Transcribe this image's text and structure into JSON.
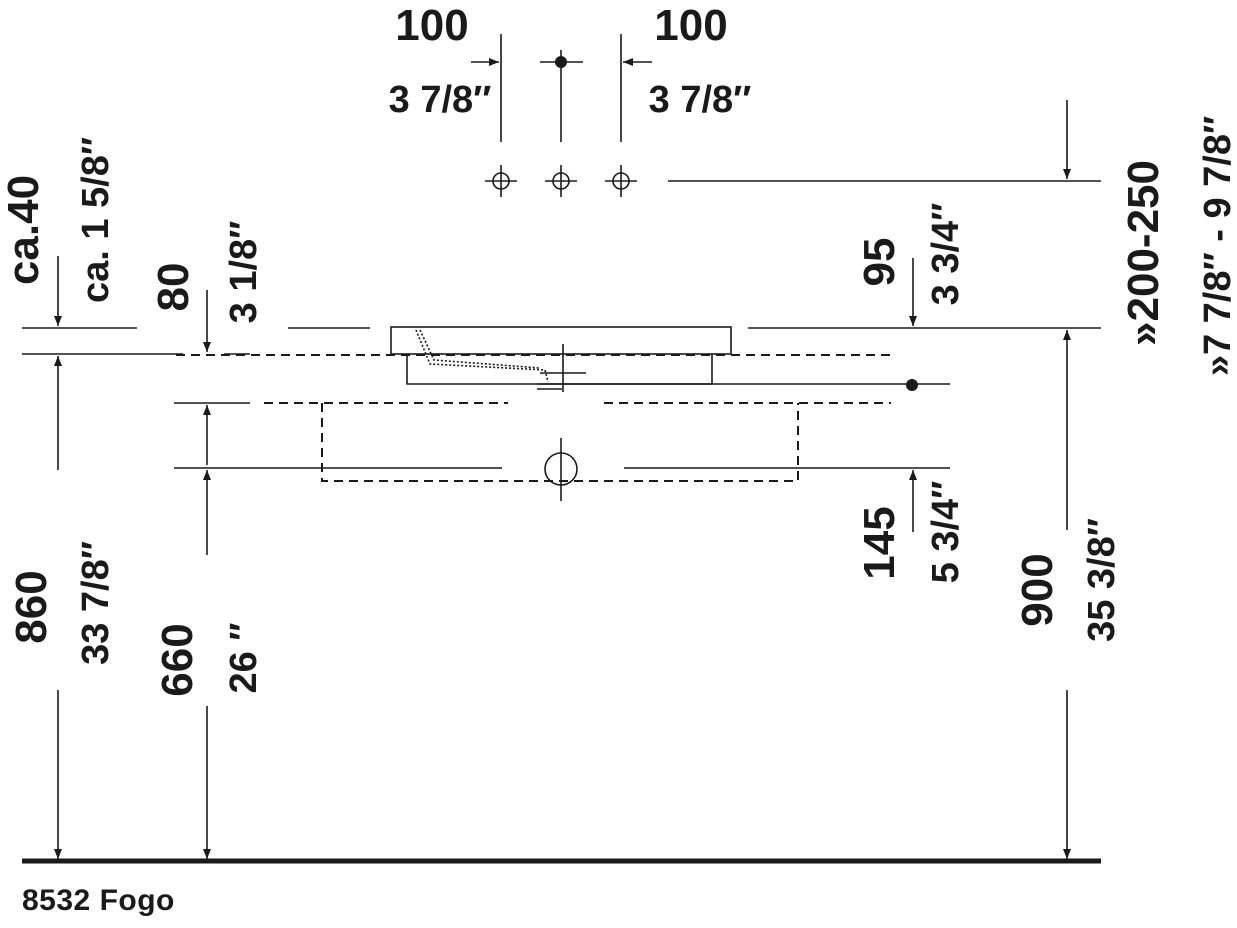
{
  "drawing": {
    "model_caption": "8532 Fogo",
    "dims": {
      "tap_left_mm": "100",
      "tap_left_in": "3 7/8″",
      "tap_right_mm": "100",
      "tap_right_in": "3 7/8″",
      "overflow_mm": "ca.40",
      "overflow_in": "ca. 1 5/8″",
      "bowl_depth_mm": "80",
      "bowl_depth_in": "3 1/8″",
      "rim_mm": "95",
      "rim_in": "3 3/4″",
      "trap_mm": "145",
      "trap_in": "5 3/4″",
      "floor_left_mm": "860",
      "floor_left_in": "33 7/8″",
      "floor_mid_mm": "660",
      "floor_mid_in": "26 ″",
      "floor_right_mm": "900",
      "floor_right_in": "35 3/8″",
      "tap_height_mm": "»200-250",
      "tap_height_in": "»7 7/8″ - 9 7/8″"
    }
  }
}
